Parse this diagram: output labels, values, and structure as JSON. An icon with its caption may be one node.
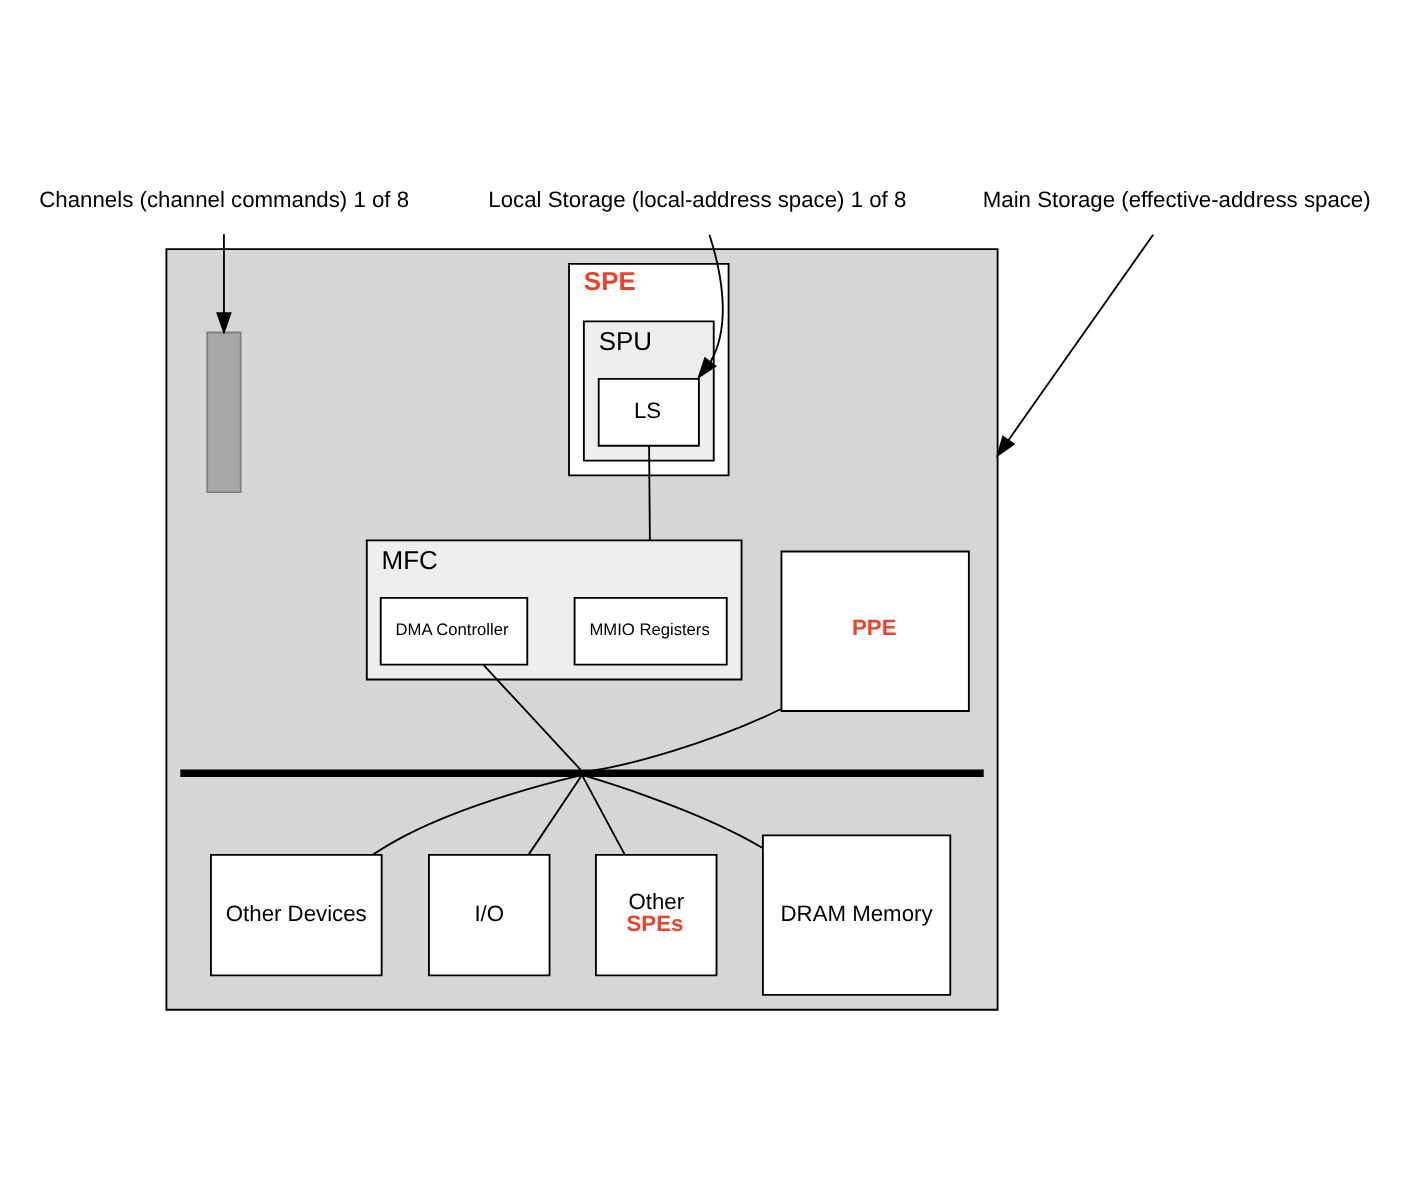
{
  "diagram": {
    "nodes": [
      {
        "text": [
          "Channels (channel commands) 1 of 8"
        ]
      },
      {
        "text": [
          "Local Storage (local-address space) 1 of 8"
        ]
      },
      {
        "text": [
          "Main Storage (effective-address space)"
        ]
      },
      {
        "text": [],
        "shape": "box"
      },
      {
        "text": [
          "SPE"
        ],
        "in": 3
      },
      {
        "text": [
          "SPU"
        ],
        "in": 4
      },
      {
        "text": [
          "LS"
        ],
        "in": 5
      },
      {
        "text": [
          "MFC"
        ],
        "in": 3
      },
      {
        "text": [
          "MMIO Registers"
        ],
        "in": 7
      },
      {
        "text": [
          "DMA Controller"
        ],
        "in": 7
      },
      {
        "text": [],
        "shape": "bar",
        "in": 3
      },
      {
        "text": [],
        "shape": "bar",
        "in": 3
      },
      {
        "text": [
          "PPE"
        ],
        "in": 3
      },
      {
        "text": [
          "Other Devices"
        ],
        "in": 3
      },
      {
        "text": [
          "I/O"
        ],
        "in": 3
      },
      {
        "text": [
          "Other",
          "SPEs"
        ],
        "in": 3
      },
      {
        "text": [
          "DRAM Memory"
        ],
        "in": 3
      }
    ],
    "edges": [
      {
        "from": 0,
        "to": 10,
        "arrow": "to"
      },
      {
        "from": 1,
        "to": 6,
        "arrow": "to"
      },
      {
        "from": 2,
        "to": 3,
        "arrow": "to"
      },
      {
        "from": 6,
        "to": 7,
        "arrow": "none"
      },
      {
        "from": 9,
        "to": 11,
        "arrow": "none"
      },
      {
        "from": 11,
        "to": 12,
        "arrow": "none"
      },
      {
        "from": 11,
        "to": 13,
        "arrow": "none"
      },
      {
        "from": 11,
        "to": 14,
        "arrow": "none"
      },
      {
        "from": 11,
        "to": 15,
        "arrow": "none"
      },
      {
        "from": 11,
        "to": 16,
        "arrow": "none"
      }
    ]
  }
}
